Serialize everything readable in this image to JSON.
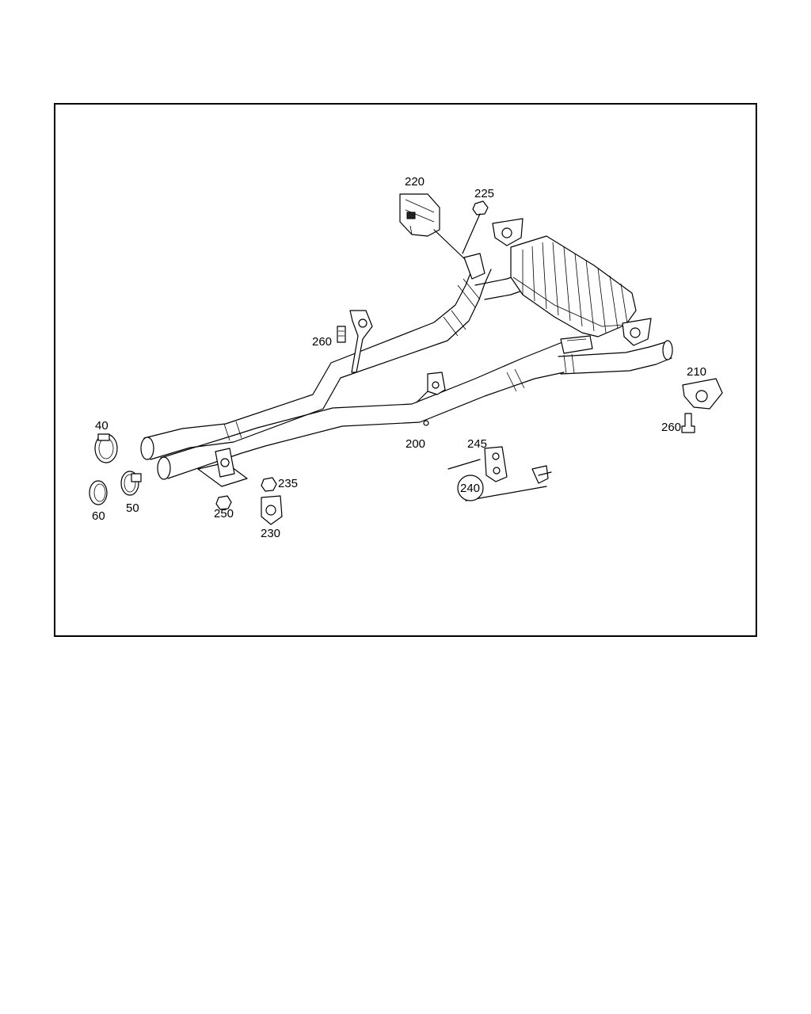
{
  "diagram": {
    "callouts": {
      "c40": "40",
      "c50": "50",
      "c60": "60",
      "c200": "200",
      "c210": "210",
      "c220": "220",
      "c225": "225",
      "c230": "230",
      "c235": "235",
      "c240": "240",
      "c245": "245",
      "c250": "250",
      "c260a": "260",
      "c260b": "260"
    }
  },
  "colors": {
    "line": "#000000",
    "background": "#ffffff"
  }
}
